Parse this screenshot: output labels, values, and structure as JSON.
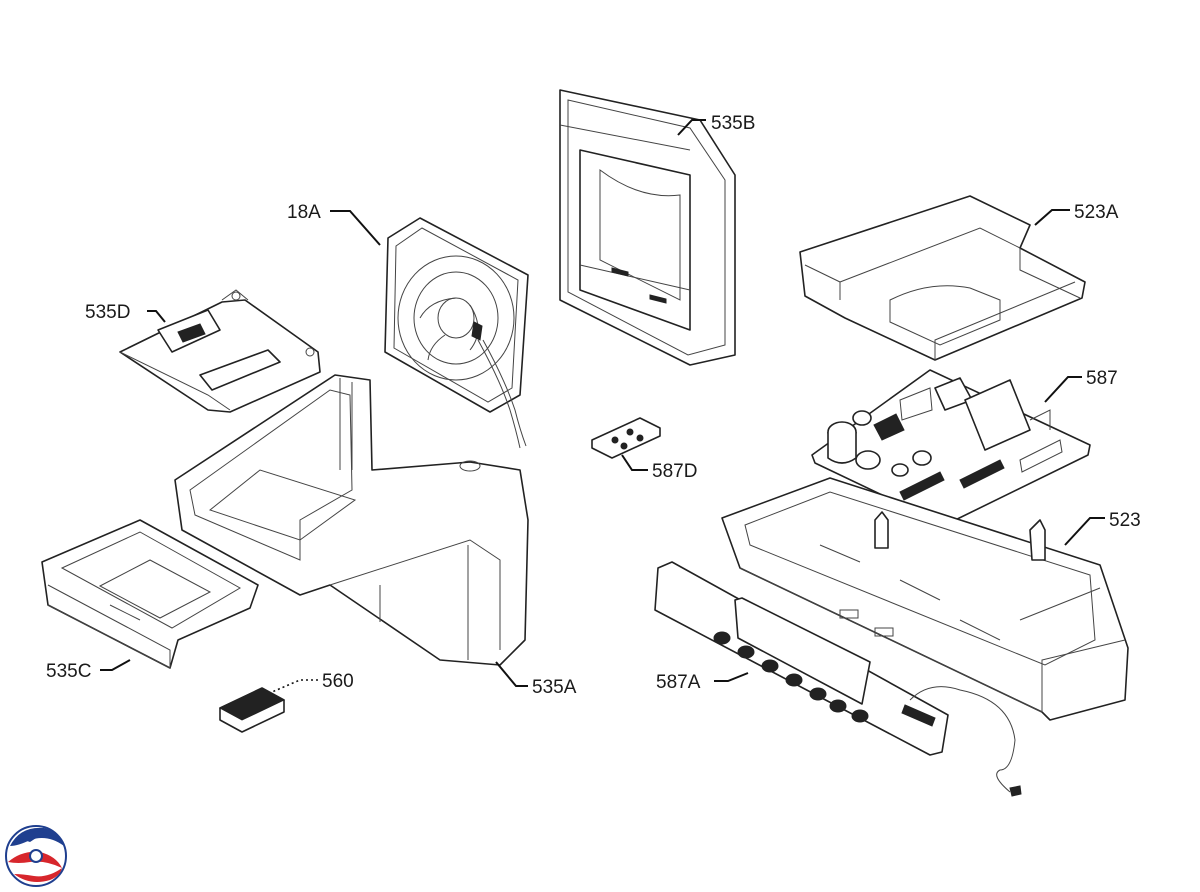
{
  "diagram": {
    "labels": {
      "p535B": "535B",
      "p18A": "18A",
      "p523A": "523A",
      "p535D": "535D",
      "p587": "587",
      "p587D": "587D",
      "p523": "523",
      "p535C": "535C",
      "p560": "560",
      "p535A": "535A",
      "p587A": "587A"
    }
  },
  "branding": {
    "logo_icon": "swirl-logo-icon",
    "colors": {
      "red": "#d7262c",
      "blue": "#1f3f8f",
      "line": "#222222"
    }
  }
}
